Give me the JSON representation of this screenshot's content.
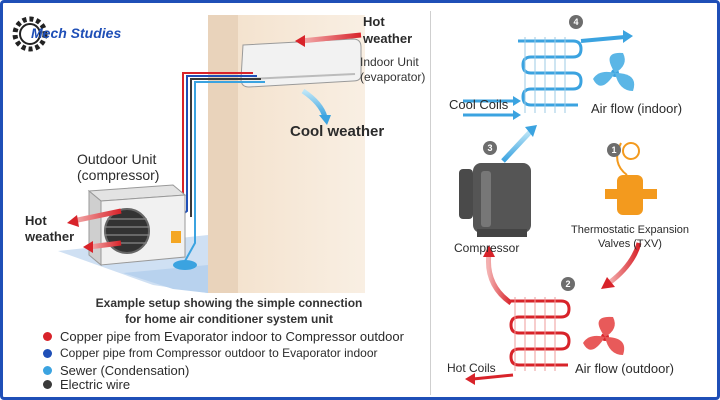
{
  "logo": {
    "text": "Mech Studies"
  },
  "left": {
    "hot_weather_top": "Hot\nweather",
    "indoor_unit": "Indoor Unit\n(evaporator)",
    "cool_weather": "Cool weather",
    "outdoor_unit": "Outdoor Unit\n(compressor)",
    "hot_weather_left": "Hot\nweather",
    "caption": "Example setup showing the simple connection\nfor home air conditioner system unit"
  },
  "legend": [
    {
      "label": "Copper pipe from Evaporator indoor to Compressor outdoor",
      "color": "#d8232a"
    },
    {
      "label": "Copper pipe from Compressor outdoor to Evaporator indoor",
      "color": "#1f4fb7"
    },
    {
      "label": "Sewer (Condensation)",
      "color": "#3ba3e0"
    },
    {
      "label": "Electric wire",
      "color": "#3a3a3a"
    }
  ],
  "right": {
    "step4": "4",
    "step3": "3",
    "step2": "2",
    "step1": "1",
    "cool_coils": "Cool Coils",
    "air_flow_indoor": "Air flow (indoor)",
    "compressor": "Compressor",
    "txv": "Thermostatic Expansion\nValves (TXV)",
    "hot_coils": "Hot Coils",
    "air_flow_outdoor": "Air flow (outdoor)"
  },
  "colors": {
    "frame": "#1f4fb7",
    "hot": "#d8232a",
    "cool": "#3ba3e0",
    "badge": "#6d6d6d",
    "txv": "#f39a1e"
  }
}
